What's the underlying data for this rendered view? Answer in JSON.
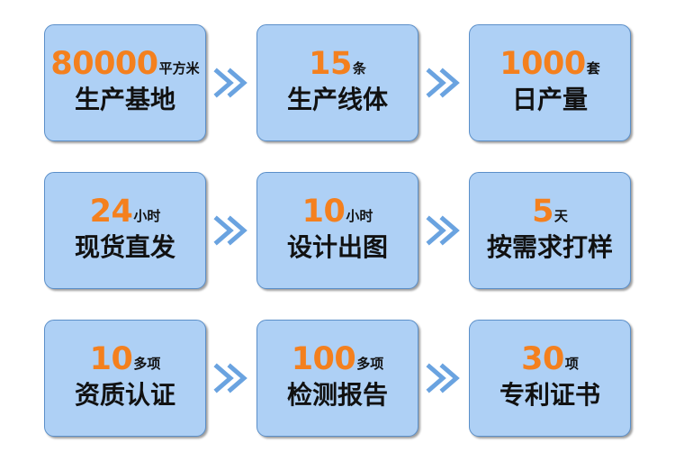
{
  "palette": {
    "background": "#ffffff",
    "card_fill": "#aed0f5",
    "card_border": "#5b8fc9",
    "number_color": "#f4801e",
    "text_color": "#111111",
    "arrow_color": "#6aa3e0"
  },
  "separator": {
    "icon": "double-chevron-right-icon",
    "glyph": "»"
  },
  "rows": [
    {
      "cells": [
        {
          "number": "80000",
          "unit": "平方米",
          "label": "生产基地"
        },
        {
          "number": "15",
          "unit": "条",
          "label": "生产线体"
        },
        {
          "number": "1000",
          "unit": "套",
          "label": "日产量"
        }
      ]
    },
    {
      "cells": [
        {
          "number": "24",
          "unit": "小时",
          "label": "现货直发"
        },
        {
          "number": "10",
          "unit": "小时",
          "label": "设计出图"
        },
        {
          "number": "5",
          "unit": "天",
          "label": "按需求打样"
        }
      ]
    },
    {
      "cells": [
        {
          "number": "10",
          "unit": "多项",
          "label": "资质认证"
        },
        {
          "number": "100",
          "unit": "多项",
          "label": "检测报告"
        },
        {
          "number": "30",
          "unit": "项",
          "label": "专利证书"
        }
      ]
    }
  ]
}
